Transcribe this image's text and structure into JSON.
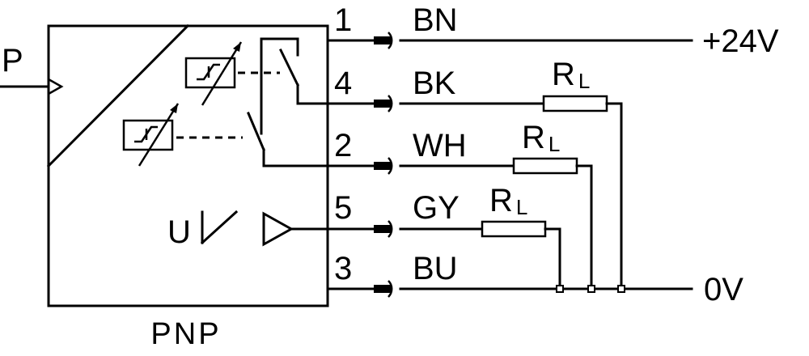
{
  "diagram": {
    "input_label": "P",
    "housing_label": "PNP",
    "analog_symbol_label": "U",
    "supply_positive": "+24V",
    "supply_zero": "0V",
    "load_label_main": "R",
    "load_label_sub": "L"
  },
  "pins": [
    {
      "number": "1",
      "wire": "BN"
    },
    {
      "number": "4",
      "wire": "BK"
    },
    {
      "number": "2",
      "wire": "WH"
    },
    {
      "number": "5",
      "wire": "GY"
    },
    {
      "number": "3",
      "wire": "BU"
    }
  ]
}
